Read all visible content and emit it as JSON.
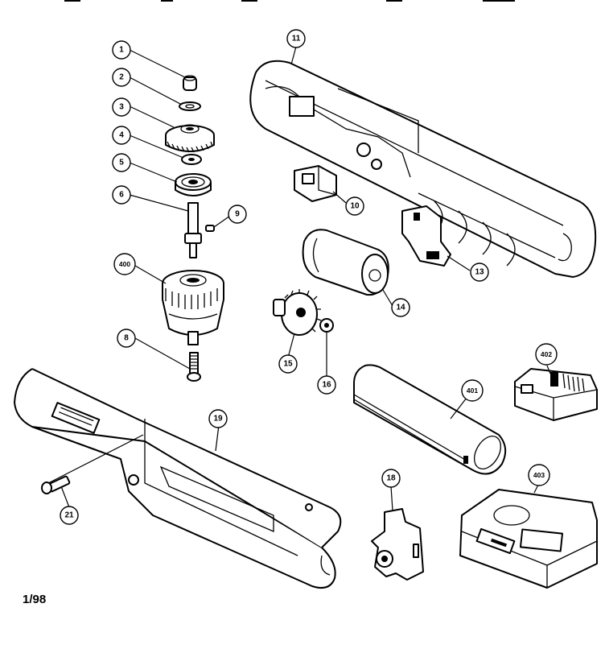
{
  "callouts": [
    {
      "id": "1",
      "label": "1"
    },
    {
      "id": "2",
      "label": "2"
    },
    {
      "id": "3",
      "label": "3"
    },
    {
      "id": "4",
      "label": "4"
    },
    {
      "id": "5",
      "label": "5"
    },
    {
      "id": "6",
      "label": "6"
    },
    {
      "id": "9",
      "label": "9"
    },
    {
      "id": "400",
      "label": "400"
    },
    {
      "id": "8",
      "label": "8"
    },
    {
      "id": "11",
      "label": "11"
    },
    {
      "id": "10",
      "label": "10"
    },
    {
      "id": "13",
      "label": "13"
    },
    {
      "id": "14",
      "label": "14"
    },
    {
      "id": "15",
      "label": "15"
    },
    {
      "id": "16",
      "label": "16"
    },
    {
      "id": "19",
      "label": "19"
    },
    {
      "id": "21",
      "label": "21"
    },
    {
      "id": "18",
      "label": "18"
    },
    {
      "id": "401",
      "label": "401"
    },
    {
      "id": "402",
      "label": "402"
    },
    {
      "id": "403",
      "label": "403"
    }
  ],
  "footer": {
    "code": "1/98"
  }
}
